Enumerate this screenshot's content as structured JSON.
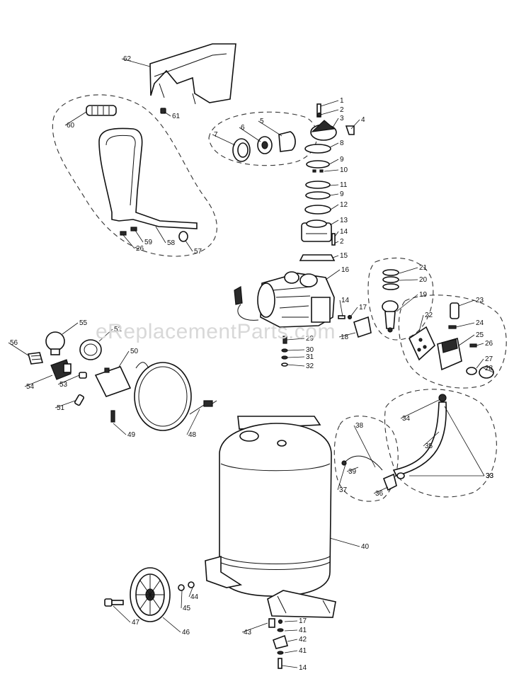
{
  "watermark": "eReplacementParts.com",
  "callouts": [
    "1",
    "2",
    "3",
    "4",
    "5",
    "6",
    "7",
    "8",
    "9",
    "10",
    "11",
    "9",
    "12",
    "13",
    "14",
    "2",
    "15",
    "16",
    "14",
    "17",
    "18",
    "19",
    "20",
    "21",
    "22",
    "23",
    "24",
    "25",
    "26",
    "27",
    "28",
    "29",
    "30",
    "31",
    "32",
    "33",
    "33",
    "34",
    "35",
    "36",
    "37",
    "38",
    "39",
    "40",
    "17",
    "41",
    "42",
    "41",
    "14",
    "43",
    "44",
    "45",
    "46",
    "47",
    "48",
    "49",
    "50",
    "51",
    "52",
    "53",
    "54",
    "55",
    "56",
    "57",
    "58",
    "59",
    "26",
    "60",
    "61",
    "62"
  ]
}
